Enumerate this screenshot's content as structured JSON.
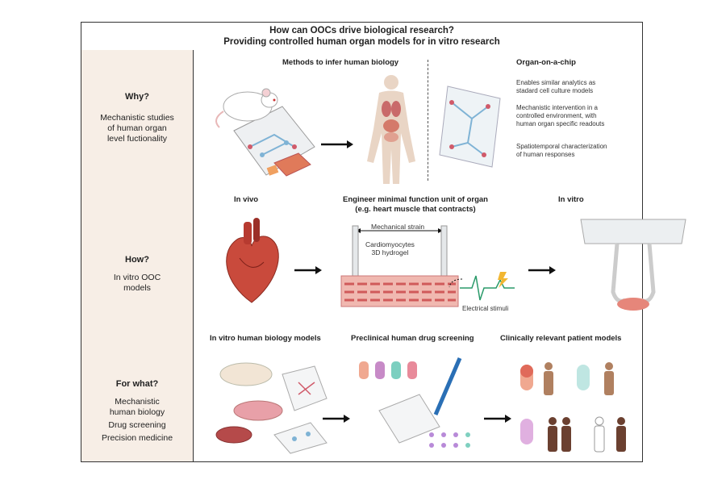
{
  "title": {
    "line1": "How can OOCs drive biological research?",
    "line2": "Providing controlled human organ models for in vitro research"
  },
  "rows": {
    "why": {
      "label": "Why?",
      "desc": "Mechanistic studies\nof human organ\nlevel fuctionality",
      "methods_heading": "Methods to infer human biology",
      "ooc_heading": "Organ-on-a-chip",
      "ooc_points": [
        "Enables similar analytics as\nstadard cell culture models",
        "Mechanistic intervention in a\ncontrolled environment, with\nhuman organ specific readouts",
        "Spatiotemporal characterization\nof human responses"
      ]
    },
    "how": {
      "label": "How?",
      "desc": "In vitro OOC\nmodels",
      "in_vivo": "In vivo",
      "engineer_heading": "Engineer minimal function unit of organ\n(e.g. heart muscle that contracts)",
      "mechanical_strain": "Mechanical strain",
      "cardio": "Cardiomyocytes\n3D hydrogel",
      "electrical": "Electrical stimuli",
      "in_vitro": "In vitro"
    },
    "forwhat": {
      "label": "For what?",
      "desc_lines": [
        "Mechanistic",
        "human biology",
        "Drug screening",
        "Precision medicine"
      ],
      "col1": "In vitro human biology models",
      "col2": "Preclinical human drug screening",
      "col3": "Clinically relevant patient models"
    }
  },
  "colors": {
    "border": "#333333",
    "label_bg": "#f7eee6",
    "heart_red": "#c94a3c",
    "tissue_pink": "#f0b8b0",
    "chip_blue": "#9fc6de"
  }
}
